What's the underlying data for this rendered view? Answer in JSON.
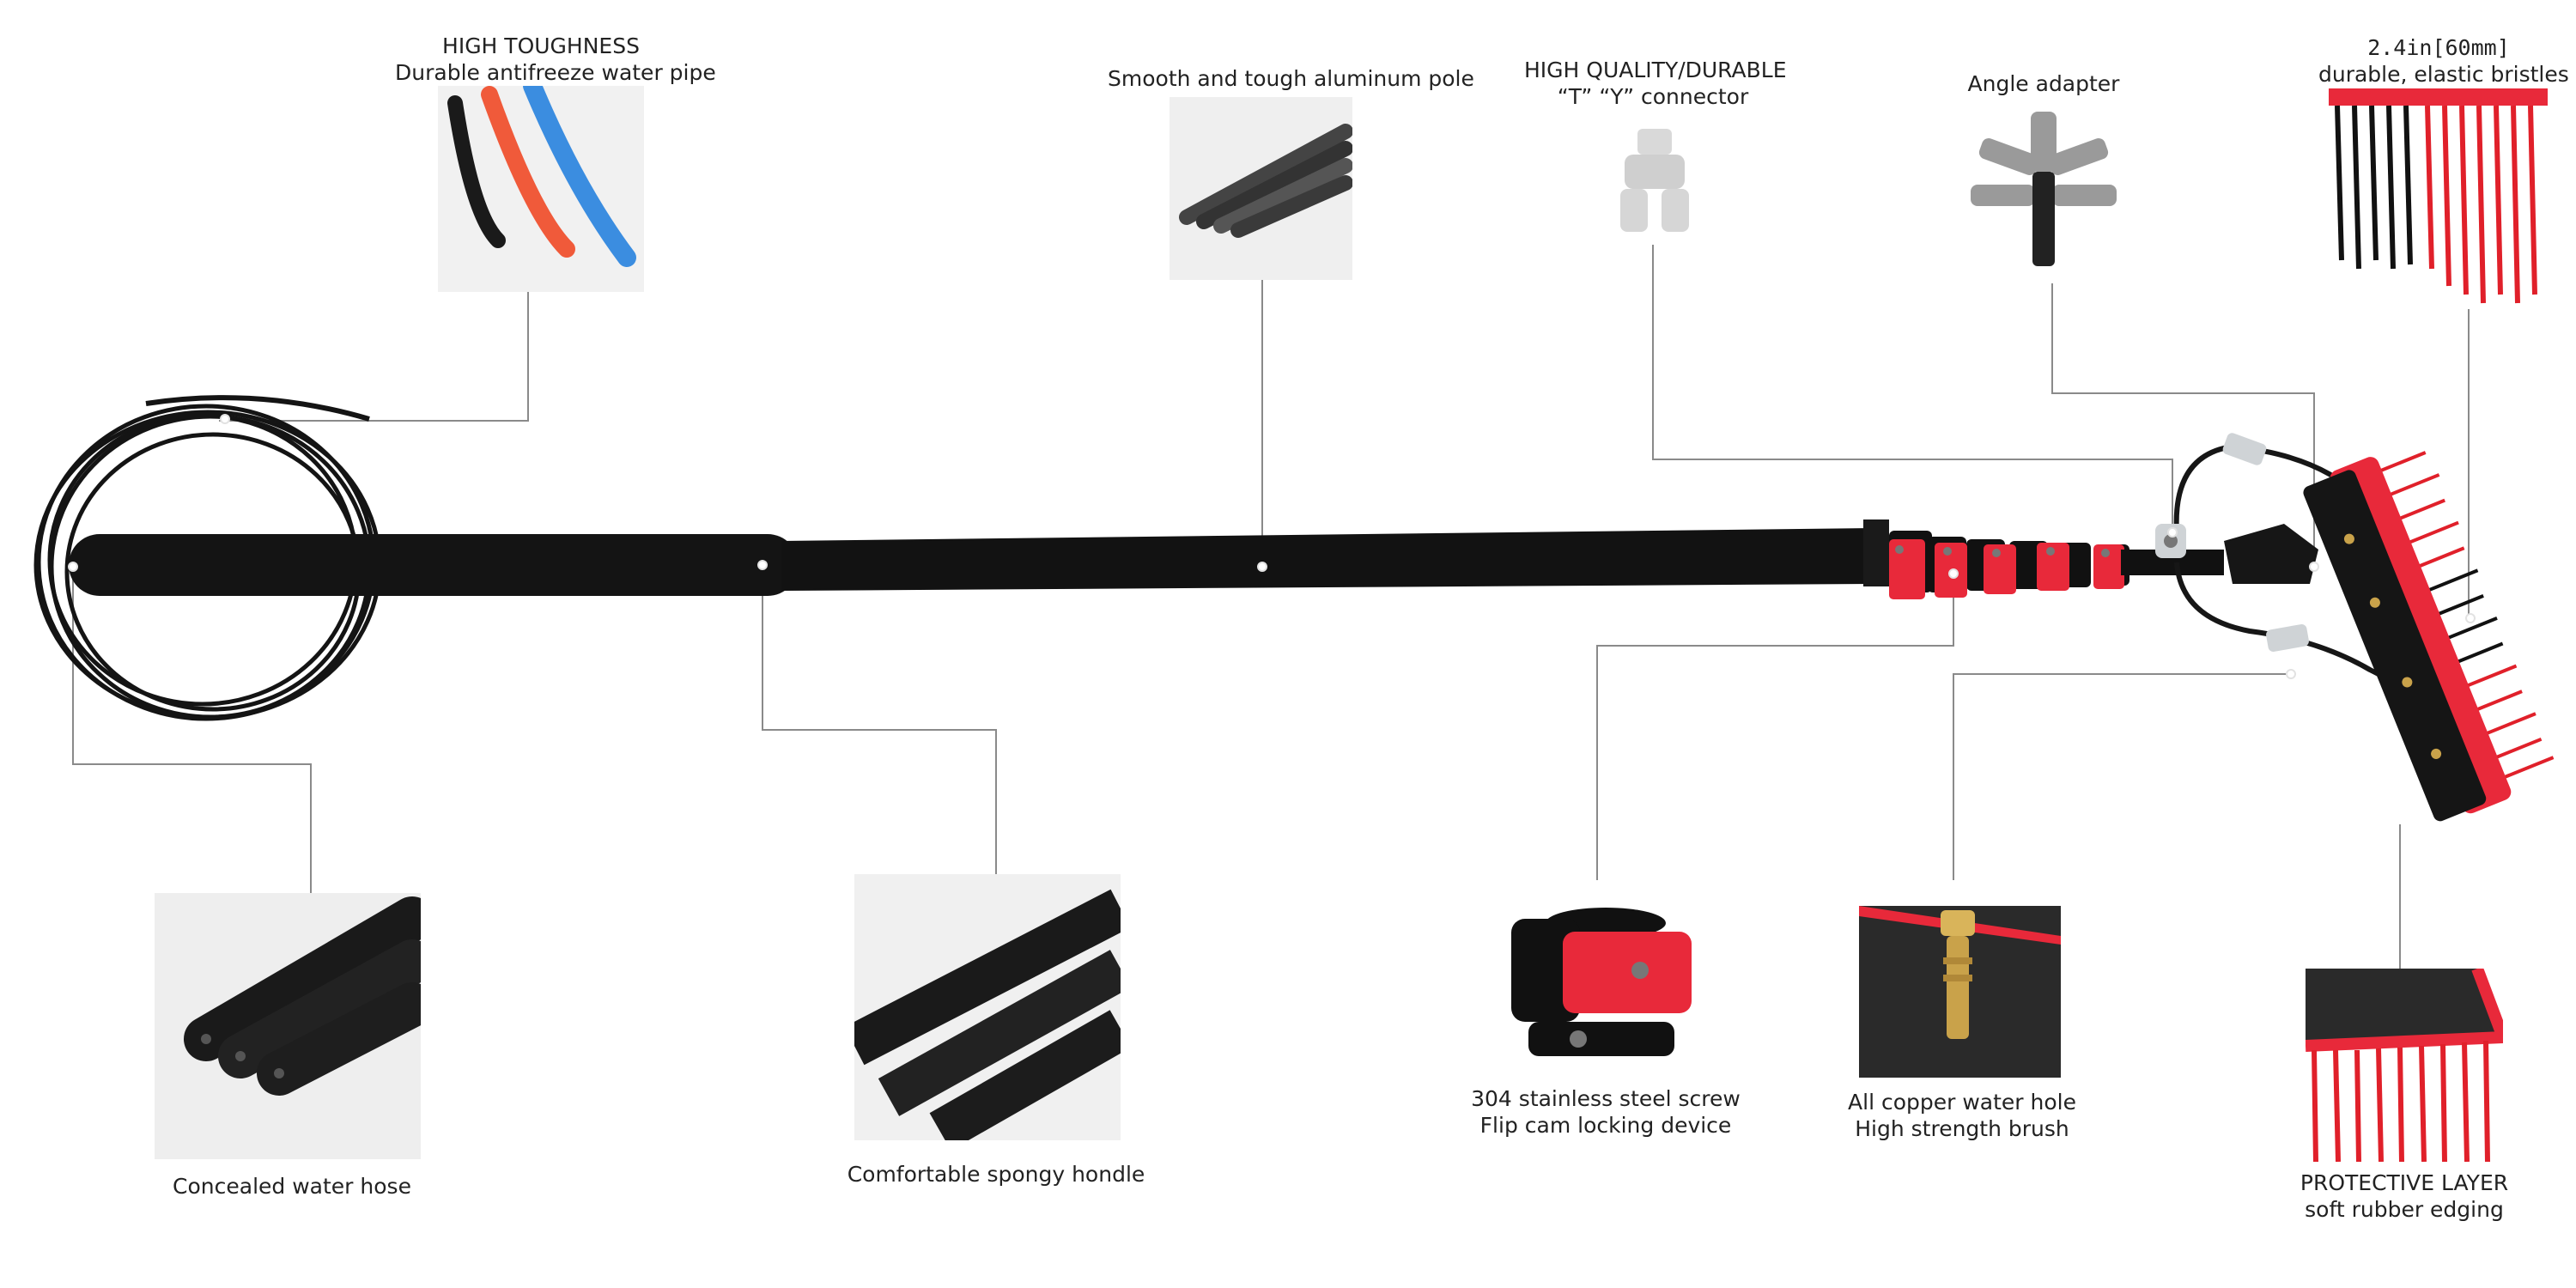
{
  "labels": {
    "pipe": {
      "line1": "HIGH TOUGHNESS",
      "line2": "Durable antifreeze water pipe"
    },
    "pole": {
      "line1": "Smooth and tough aluminum pole"
    },
    "connector": {
      "line1": "HIGH QUALITY/DURABLE",
      "line2": "“T” “Y” connector"
    },
    "adapter": {
      "line1": "Angle adapter"
    },
    "bristles": {
      "size": "2.4in[60mm]",
      "line2": "durable, elastic bristles"
    },
    "hose": {
      "line1": "Concealed water hose"
    },
    "handle": {
      "line1": "Comfortable spongy hondle"
    },
    "screw": {
      "line1": "304 stainless steel screw",
      "line2": "Flip cam locking device"
    },
    "copper": {
      "line1": "All copper water hole",
      "line2": "High strength brush"
    },
    "edging": {
      "line1": "PROTECTIVE LAYER",
      "line2": "soft rubber edging"
    }
  },
  "colors": {
    "pole": "#121212",
    "clamp_red": "#e8293a",
    "bristle_red": "#e0202a",
    "hose_blue": "#3b8de0",
    "hose_orange": "#f05a3a",
    "leader_line": "#8a8a8a",
    "brass": "#c9a24a"
  }
}
